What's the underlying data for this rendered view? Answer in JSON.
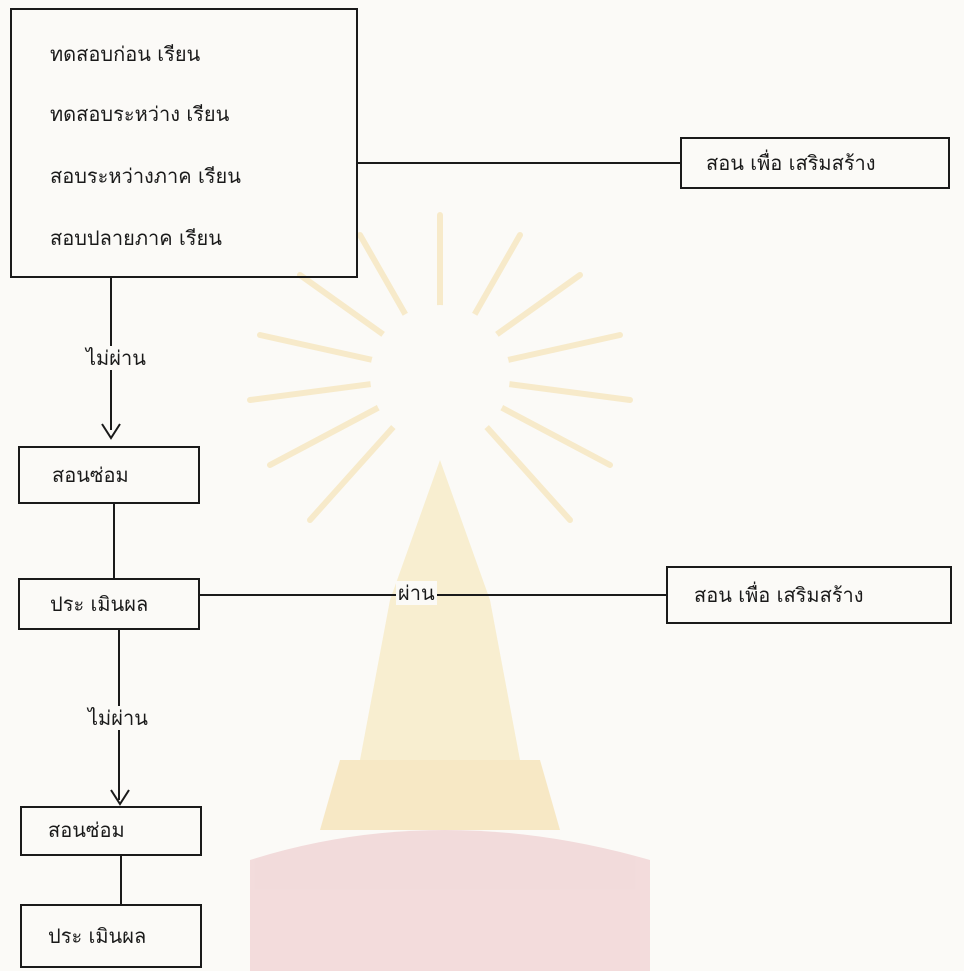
{
  "main_box": {
    "lines": [
      "ทดสอบก่อน เรียน",
      "ทดสอบระหว่าง เรียน",
      "สอบระหว่างภาค เรียน",
      "สอบปลายภาค เรียน"
    ]
  },
  "enrich_box_1": {
    "label": "สอน เพื่อ เสริมสร้าง"
  },
  "fail_label_1": "ไม่ผ่าน",
  "remedial_box_1": {
    "label": "สอนซ่อม"
  },
  "evaluate_box_1": {
    "label": "ประ เมินผล"
  },
  "pass_label": "ผ่าน",
  "enrich_box_2": {
    "label": "สอน เพื่อ เสริมสร้าง"
  },
  "fail_label_2": "ไม่ผ่าน",
  "remedial_box_2": {
    "label": "สอนซ่อม"
  },
  "evaluate_box_2": {
    "label": "ประ เมินผล"
  },
  "colors": {
    "ink": "#1a1a1a",
    "paper": "#fbfaf7",
    "watermark_gold": "#f3d98a",
    "watermark_red": "#e4a3a8"
  }
}
